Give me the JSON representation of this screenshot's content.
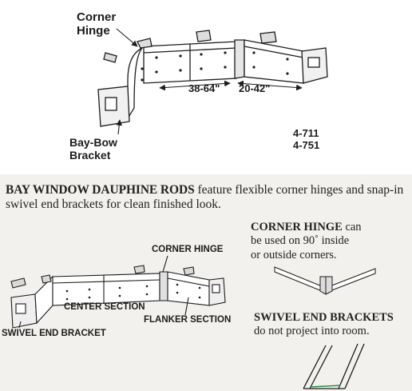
{
  "top_diagram": {
    "callout_hinge_line1": "Corner",
    "callout_hinge_line2": "Hinge",
    "callout_bracket_line1": "Bay-Bow",
    "callout_bracket_line2": "Bracket",
    "dimension_center": "38-64\"",
    "dimension_flanker": "20-42\"",
    "model_number_1": "4-711",
    "model_number_2": "4-751"
  },
  "description": {
    "product_name": "BAY WINDOW DAUPHINE RODS",
    "feature_text": " feature flexible corner hinges and snap-in swivel end brackets for clean finished look."
  },
  "bottom_diagram": {
    "label_corner_hinge": "CORNER HINGE",
    "label_center_section": "CENTER SECTION",
    "label_flanker_section": "FLANKER SECTION",
    "label_swivel_end_bracket": "SWIVEL END BRACKET"
  },
  "notes": {
    "corner_hinge_title": "CORNER HINGE",
    "corner_hinge_text_1": " can",
    "corner_hinge_text_2": "be used on 90˚ inside",
    "corner_hinge_text_3": "or outside corners.",
    "swivel_title": "SWIVEL END BRACKETS",
    "swivel_text": "do not project into room."
  },
  "colors": {
    "ink": "#1c1c1c",
    "lower_panel_background": "#f3f1ed"
  }
}
